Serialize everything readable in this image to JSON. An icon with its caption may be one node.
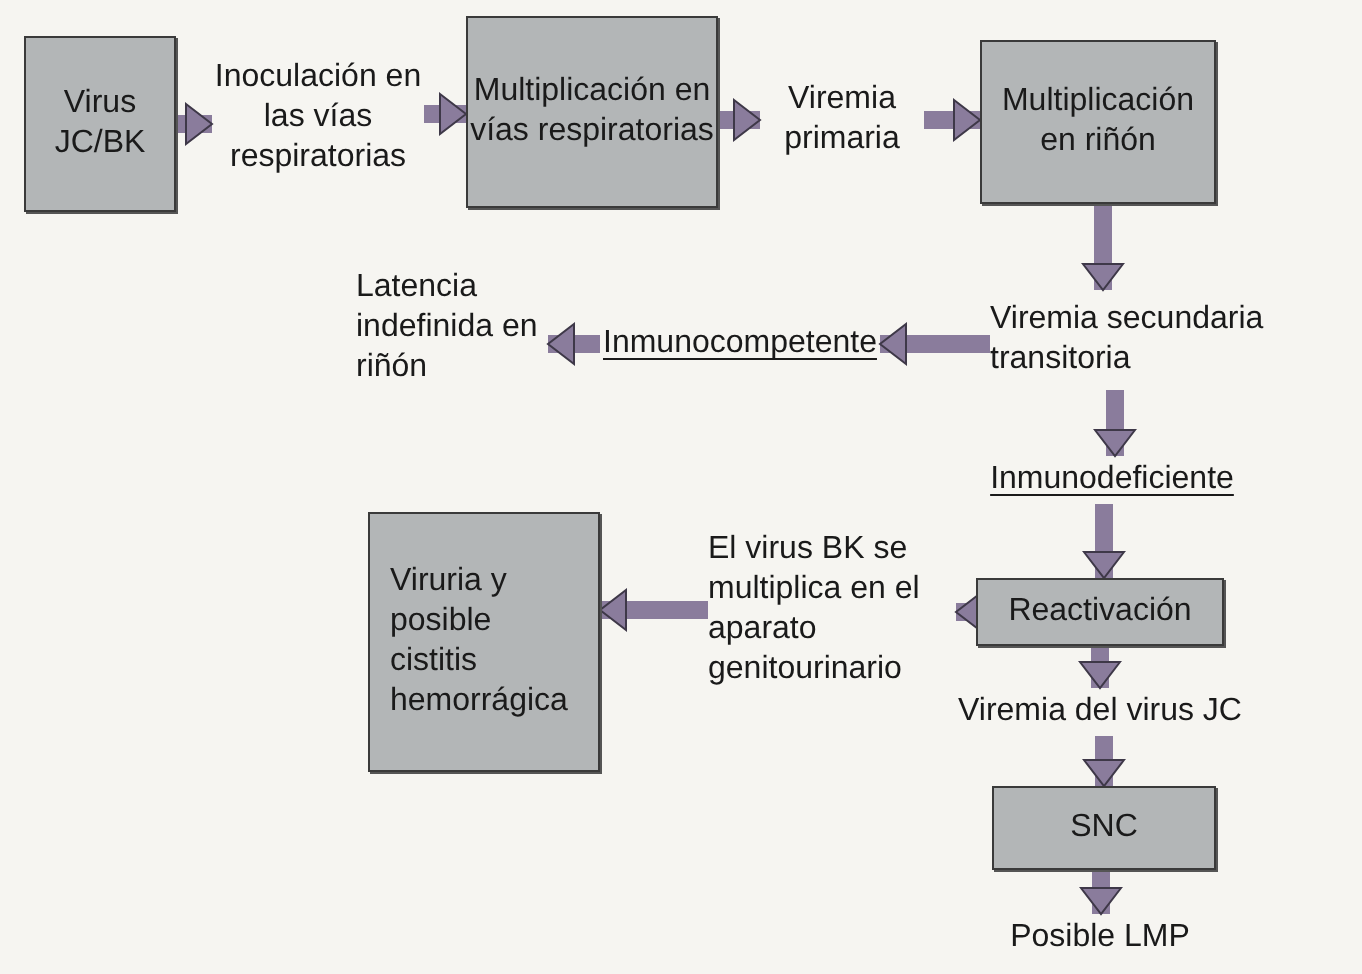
{
  "diagram": {
    "nodes": [
      {
        "text": [
          "Virus JC/BK"
        ]
      },
      {
        "text": [
          "Inoculación en las vías respiratorias"
        ]
      },
      {
        "text": [
          "Multiplicación en vías respiratorias"
        ]
      },
      {
        "text": [
          "Viremia primaria"
        ]
      },
      {
        "text": [
          "Multiplicación en riñón"
        ]
      },
      {
        "text": [
          "Viremia secundaria transitoria"
        ]
      },
      {
        "text": [
          "Inmunocompetente"
        ]
      },
      {
        "text": [
          "Latencia indefinida en riñón"
        ]
      },
      {
        "text": [
          "Inmunodeficiente"
        ]
      },
      {
        "text": [
          "Viruria y posible cistitis hemorrágica"
        ]
      },
      {
        "text": [
          "El virus BK se multiplica en el aparato genitourinario"
        ]
      },
      {
        "text": [
          "Reactivación"
        ]
      },
      {
        "text": [
          "Viremia del virus JC"
        ]
      },
      {
        "text": [
          "SNC"
        ]
      },
      {
        "text": [
          "Posible LMP"
        ]
      }
    ],
    "edges": [
      {
        "from": 0,
        "to": 1,
        "arrow": "to"
      },
      {
        "from": 1,
        "to": 2,
        "arrow": "to"
      },
      {
        "from": 2,
        "to": 3,
        "arrow": "to"
      },
      {
        "from": 3,
        "to": 4,
        "arrow": "to"
      },
      {
        "from": 4,
        "to": 5,
        "arrow": "to"
      },
      {
        "from": 5,
        "to": 6,
        "arrow": "to"
      },
      {
        "from": 6,
        "to": 7,
        "arrow": "to"
      },
      {
        "from": 5,
        "to": 8,
        "arrow": "to"
      },
      {
        "from": 8,
        "to": 11,
        "arrow": "to"
      },
      {
        "from": 11,
        "to": 10,
        "arrow": "to"
      },
      {
        "from": 10,
        "to": 9,
        "arrow": "to"
      },
      {
        "from": 11,
        "to": 12,
        "arrow": "to"
      },
      {
        "from": 12,
        "to": 13,
        "arrow": "to"
      },
      {
        "from": 13,
        "to": 14,
        "arrow": "to"
      }
    ]
  }
}
